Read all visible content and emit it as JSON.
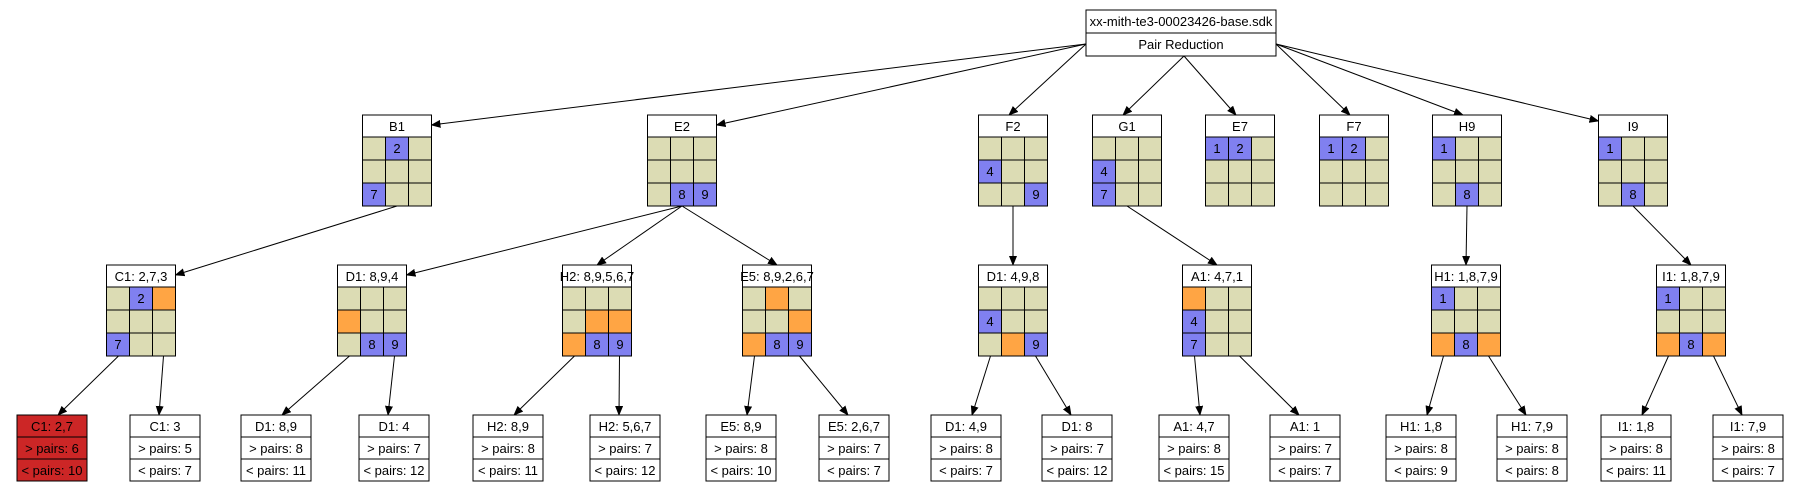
{
  "root": {
    "file": "xx-mith-te3-00023426-base.sdk",
    "subtitle": "Pair Reduction"
  },
  "cells": [
    {
      "id": "B1",
      "title": "B1",
      "grid": [
        "",
        "2",
        "",
        "",
        "",
        "",
        "7",
        "",
        ""
      ],
      "colors": [
        "t",
        "b",
        "t",
        "t",
        "t",
        "t",
        "b",
        "t",
        "t"
      ]
    },
    {
      "id": "E2",
      "title": "E2",
      "grid": [
        "",
        "",
        "",
        "",
        "",
        "",
        "",
        "8",
        "9"
      ],
      "colors": [
        "t",
        "t",
        "t",
        "t",
        "t",
        "t",
        "t",
        "b",
        "b"
      ]
    },
    {
      "id": "F2",
      "title": "F2",
      "grid": [
        "",
        "",
        "",
        "4",
        "",
        "",
        "",
        "",
        "9"
      ],
      "colors": [
        "t",
        "t",
        "t",
        "b",
        "t",
        "t",
        "t",
        "t",
        "b"
      ]
    },
    {
      "id": "G1",
      "title": "G1",
      "grid": [
        "",
        "",
        "",
        "4",
        "",
        "",
        "7",
        "",
        ""
      ],
      "colors": [
        "t",
        "t",
        "t",
        "b",
        "t",
        "t",
        "b",
        "t",
        "t"
      ]
    },
    {
      "id": "E7",
      "title": "E7",
      "grid": [
        "1",
        "2",
        "",
        "",
        "",
        "",
        "",
        "",
        ""
      ],
      "colors": [
        "b",
        "b",
        "t",
        "t",
        "t",
        "t",
        "t",
        "t",
        "t"
      ]
    },
    {
      "id": "F7",
      "title": "F7",
      "grid": [
        "1",
        "2",
        "",
        "",
        "",
        "",
        "",
        "",
        ""
      ],
      "colors": [
        "b",
        "b",
        "t",
        "t",
        "t",
        "t",
        "t",
        "t",
        "t"
      ]
    },
    {
      "id": "H9",
      "title": "H9",
      "grid": [
        "1",
        "",
        "",
        "",
        "",
        "",
        "",
        "8",
        ""
      ],
      "colors": [
        "b",
        "t",
        "t",
        "t",
        "t",
        "t",
        "t",
        "b",
        "t"
      ]
    },
    {
      "id": "I9",
      "title": "I9",
      "grid": [
        "1",
        "",
        "",
        "",
        "",
        "",
        "",
        "8",
        ""
      ],
      "colors": [
        "b",
        "t",
        "t",
        "t",
        "t",
        "t",
        "t",
        "b",
        "t"
      ]
    }
  ],
  "branches": [
    {
      "id": "C1",
      "title": "C1: 2,7,3",
      "grid": [
        "",
        "2",
        "",
        "",
        "",
        "",
        "7",
        "",
        ""
      ],
      "colors": [
        "t",
        "b",
        "o",
        "t",
        "t",
        "t",
        "b",
        "t",
        "t"
      ]
    },
    {
      "id": "D1a",
      "title": "D1: 8,9,4",
      "grid": [
        "",
        "",
        "",
        "",
        "",
        "",
        "",
        "8",
        "9"
      ],
      "colors": [
        "t",
        "t",
        "t",
        "o",
        "t",
        "t",
        "t",
        "b",
        "b"
      ]
    },
    {
      "id": "H2",
      "title": "H2: 8,9,5,6,7",
      "grid": [
        "",
        "",
        "",
        "",
        "",
        "",
        "",
        "8",
        "9"
      ],
      "colors": [
        "t",
        "t",
        "t",
        "t",
        "o",
        "o",
        "o",
        "b",
        "b"
      ]
    },
    {
      "id": "E5",
      "title": "E5: 8,9,2,6,7",
      "grid": [
        "",
        "",
        "",
        "",
        "",
        "",
        "",
        "8",
        "9"
      ],
      "colors": [
        "t",
        "o",
        "t",
        "t",
        "t",
        "o",
        "o",
        "b",
        "b"
      ]
    },
    {
      "id": "D1b",
      "title": "D1: 4,9,8",
      "grid": [
        "",
        "",
        "",
        "4",
        "",
        "",
        "",
        "",
        "9"
      ],
      "colors": [
        "t",
        "t",
        "t",
        "b",
        "t",
        "t",
        "t",
        "o",
        "b"
      ]
    },
    {
      "id": "A1",
      "title": "A1: 4,7,1",
      "grid": [
        "",
        "",
        "",
        "4",
        "",
        "",
        "7",
        "",
        ""
      ],
      "colors": [
        "o",
        "t",
        "t",
        "b",
        "t",
        "t",
        "b",
        "t",
        "t"
      ]
    },
    {
      "id": "H1",
      "title": "H1: 1,8,7,9",
      "grid": [
        "1",
        "",
        "",
        "",
        "",
        "",
        "",
        "8",
        ""
      ],
      "colors": [
        "b",
        "t",
        "t",
        "t",
        "t",
        "t",
        "o",
        "b",
        "o"
      ]
    },
    {
      "id": "I1",
      "title": "I1: 1,8,7,9",
      "grid": [
        "1",
        "",
        "",
        "",
        "",
        "",
        "",
        "8",
        ""
      ],
      "colors": [
        "b",
        "t",
        "t",
        "t",
        "t",
        "t",
        "o",
        "b",
        "o"
      ]
    }
  ],
  "leaves": [
    {
      "title": "C1: 2,7",
      "gt": "> pairs: 6",
      "lt": "< pairs: 10",
      "highlight": true
    },
    {
      "title": "C1: 3",
      "gt": "> pairs: 5",
      "lt": "< pairs: 7"
    },
    {
      "title": "D1: 8,9",
      "gt": "> pairs: 8",
      "lt": "< pairs: 11"
    },
    {
      "title": "D1: 4",
      "gt": "> pairs: 7",
      "lt": "< pairs: 12"
    },
    {
      "title": "H2: 8,9",
      "gt": "> pairs: 8",
      "lt": "< pairs: 11"
    },
    {
      "title": "H2: 5,6,7",
      "gt": "> pairs: 7",
      "lt": "< pairs: 12"
    },
    {
      "title": "E5: 8,9",
      "gt": "> pairs: 8",
      "lt": "< pairs: 10"
    },
    {
      "title": "E5: 2,6,7",
      "gt": "> pairs: 7",
      "lt": "< pairs: 7"
    },
    {
      "title": "D1: 4,9",
      "gt": "> pairs: 8",
      "lt": "< pairs: 7"
    },
    {
      "title": "D1: 8",
      "gt": "> pairs: 7",
      "lt": "< pairs: 12"
    },
    {
      "title": "A1: 4,7",
      "gt": "> pairs: 8",
      "lt": "< pairs: 15"
    },
    {
      "title": "A1: 1",
      "gt": "> pairs: 7",
      "lt": "< pairs: 7"
    },
    {
      "title": "H1: 1,8",
      "gt": "> pairs: 8",
      "lt": "< pairs: 9"
    },
    {
      "title": "H1: 7,9",
      "gt": "> pairs: 8",
      "lt": "< pairs: 8"
    },
    {
      "title": "I1: 1,8",
      "gt": "> pairs: 8",
      "lt": "< pairs: 11"
    },
    {
      "title": "I1: 7,9",
      "gt": "> pairs: 8",
      "lt": "< pairs: 7"
    }
  ],
  "colors": {
    "tan": "#dcdcb4",
    "blue": "#8080f0",
    "orange": "#ffa544",
    "red": "#cc2626",
    "line": "#000000"
  }
}
